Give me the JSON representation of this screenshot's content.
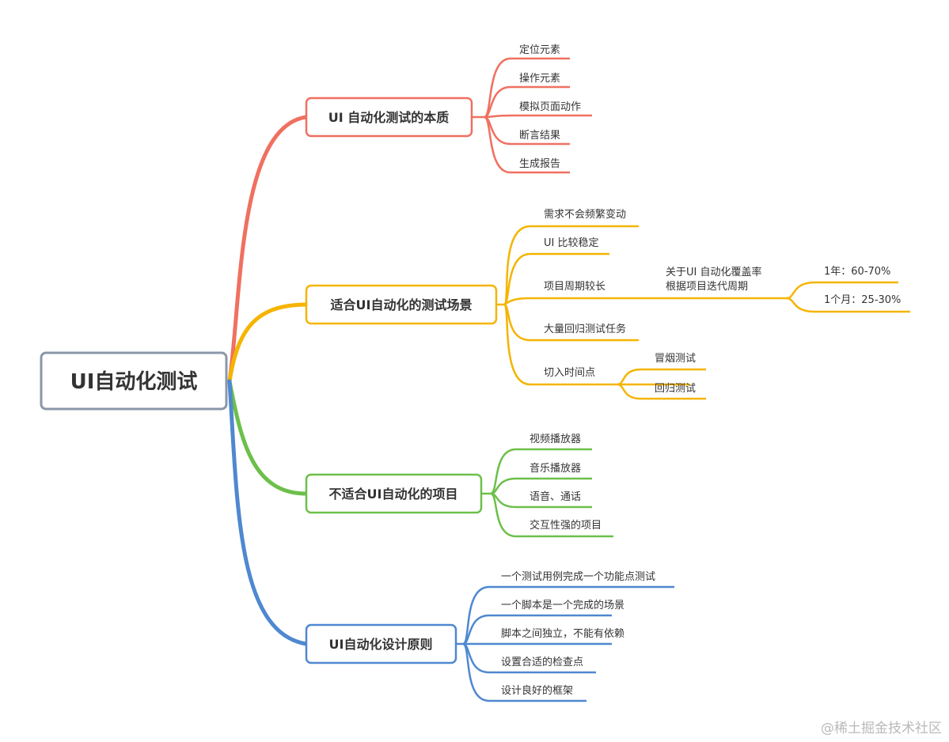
{
  "root": {
    "label": "UI自动化测试",
    "border_color": "#8a97a8"
  },
  "branches": [
    {
      "label": "UI 自动化测试的本质",
      "color": "#f07060",
      "children": [
        "定位元素",
        "操作元素",
        "模拟页面动作",
        "断言结果",
        "生成报告"
      ]
    },
    {
      "label": "适合UI自动化的测试场景",
      "color": "#f5b400",
      "children": [
        {
          "label": "需求不会频繁变动"
        },
        {
          "label": "UI 比较稳定"
        },
        {
          "label": "项目周期较长",
          "note": [
            "关于UI 自动化覆盖率",
            "根据项目迭代周期"
          ],
          "children": [
            "1年：60-70%",
            "1个月：25-30%"
          ]
        },
        {
          "label": "大量回归测试任务"
        },
        {
          "label": "切入时间点",
          "children": [
            "冒烟测试",
            "回归测试"
          ]
        }
      ]
    },
    {
      "label": "不适合UI自动化的项目",
      "color": "#6cc04a",
      "children": [
        "视频播放器",
        "音乐播放器",
        "语音、通话",
        "交互性强的项目"
      ]
    },
    {
      "label": "UI自动化设计原则",
      "color": "#4f88d0",
      "children": [
        "一个测试用例完成一个功能点测试",
        "一个脚本是一个完成的场景",
        "脚本之间独立，不能有依赖",
        "设置合适的检查点",
        "设计良好的框架"
      ]
    }
  ],
  "watermark": "@稀土掘金技术社区"
}
